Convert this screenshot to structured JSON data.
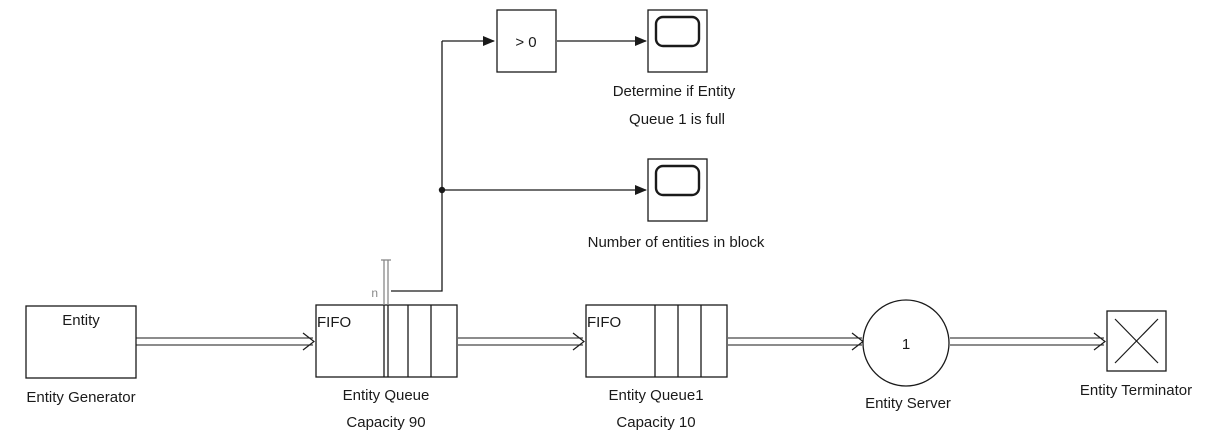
{
  "blocks": {
    "entity_generator": {
      "inner_text": "Entity",
      "label": "Entity Generator"
    },
    "entity_queue": {
      "inner_text": "FIFO",
      "port_text": "n",
      "label_line1": "Entity Queue",
      "label_line2": "Capacity 90"
    },
    "entity_queue1": {
      "inner_text": "FIFO",
      "label_line1": "Entity Queue1",
      "label_line2": "Capacity 10"
    },
    "entity_server": {
      "inner_text": "1",
      "label": "Entity Server"
    },
    "entity_terminator": {
      "label": "Entity Terminator",
      "icon": "x-cross-icon"
    },
    "compare": {
      "inner_text": "> 0"
    },
    "scope_full": {
      "label_line1": "Determine if Entity",
      "label_line2": "Queue 1 is full",
      "icon": "scope-screen-icon"
    },
    "scope_count": {
      "label": "Number of entities in block",
      "icon": "scope-screen-icon"
    }
  }
}
